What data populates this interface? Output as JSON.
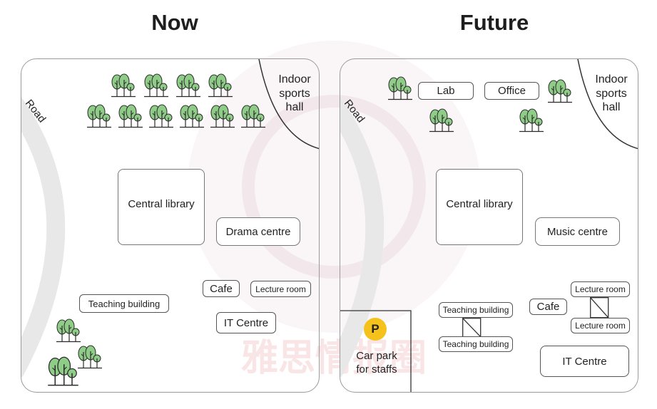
{
  "maps": {
    "now": {
      "title": "Now",
      "road": "Road",
      "indoor_sports_hall": "Indoor\nsports\nhall",
      "central_library": "Central library",
      "drama_centre": "Drama centre",
      "cafe": "Cafe",
      "lecture_room": "Lecture room",
      "teaching_building": "Teaching building",
      "it_centre": "IT Centre"
    },
    "future": {
      "title": "Future",
      "road": "Road",
      "lab": "Lab",
      "office": "Office",
      "indoor_sports_hall": "Indoor\nsports\nhall",
      "central_library": "Central library",
      "music_centre": "Music centre",
      "cafe": "Cafe",
      "lecture_room_1": "Lecture room",
      "lecture_room_2": "Lecture room",
      "teaching_building_1": "Teaching building",
      "teaching_building_2": "Teaching building",
      "car_park_symbol": "P",
      "car_park": "Car park\nfor staffs",
      "it_centre": "IT Centre"
    }
  },
  "colors": {
    "tree_fill": "#8fcc88",
    "tree_stroke": "#2a2a2a",
    "parking_yellow": "#f5c21b",
    "road_grey": "#e6e6e6",
    "border": "#9a9a9a"
  }
}
